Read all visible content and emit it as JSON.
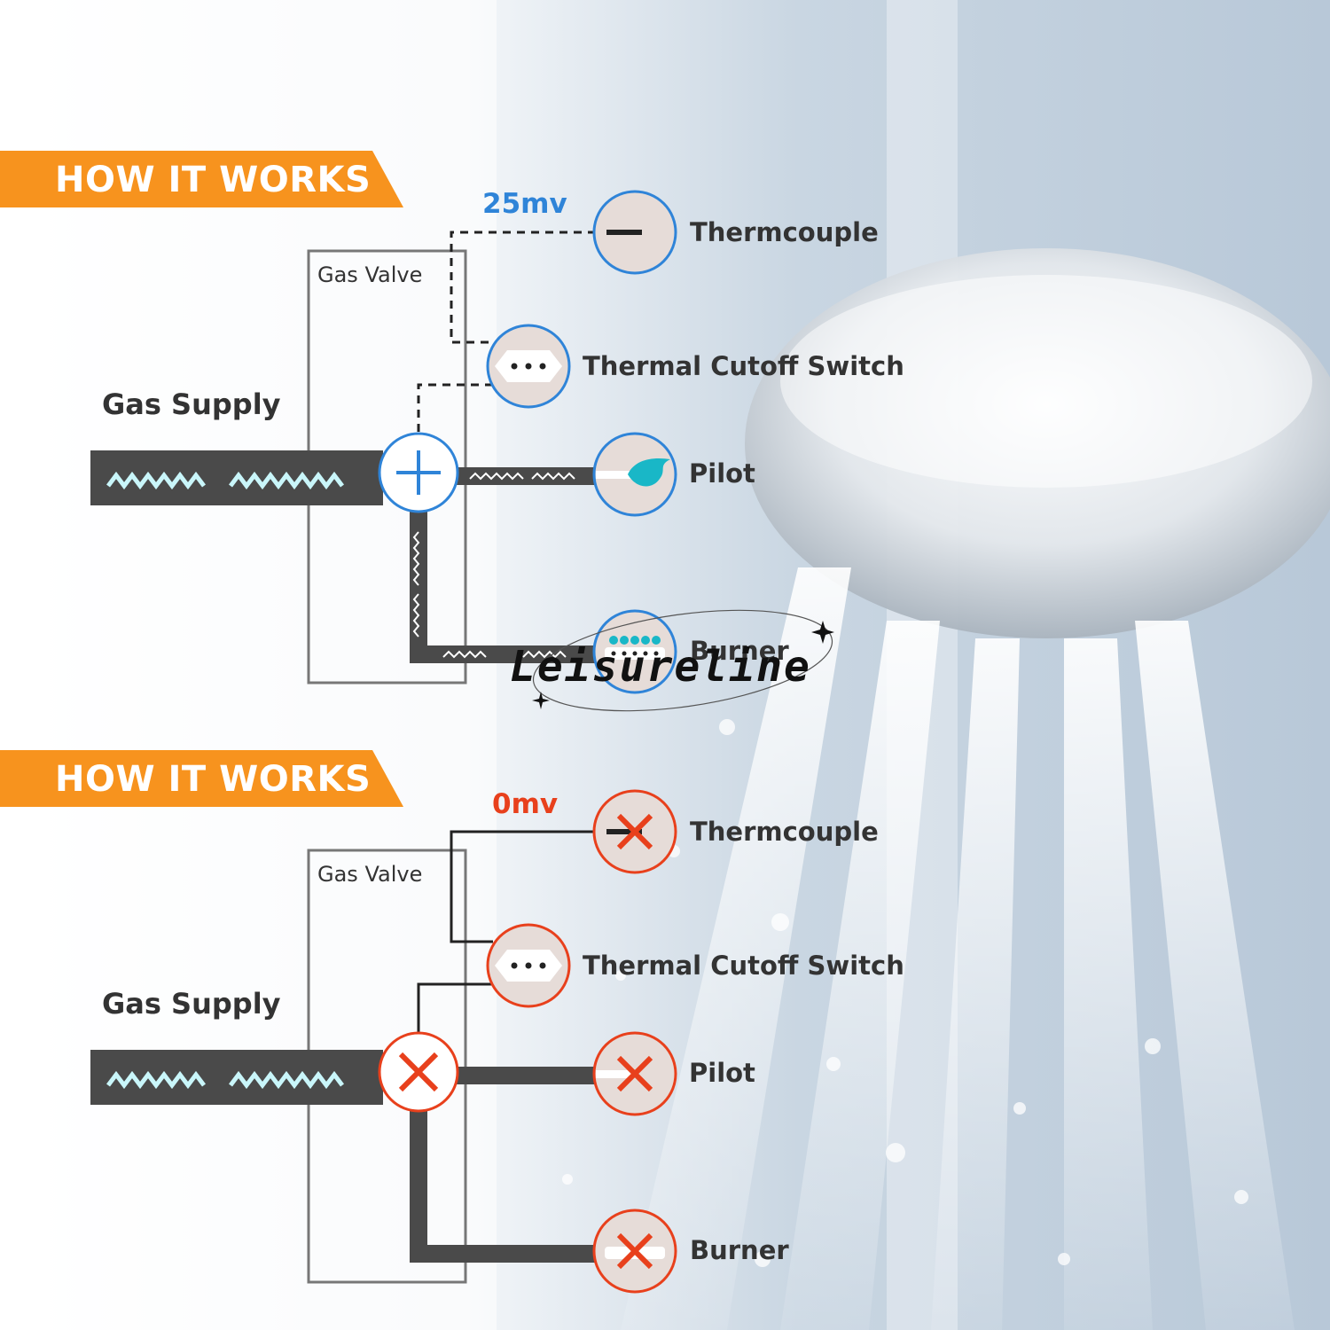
{
  "diagrams": [
    {
      "banner": "HOW IT WORKS",
      "voltage": "25mv",
      "voltage_color": "#2f84d8",
      "gas_supply": "Gas Supply",
      "gas_valve": "Gas Valve",
      "components": {
        "thermocouple": "Thermcouple",
        "cutoff": "Thermal Cutoff Switch",
        "pilot": "Pilot",
        "burner": "Burner"
      },
      "state": "working"
    },
    {
      "banner": "HOW IT WORKS",
      "voltage": "0mv",
      "voltage_color": "#e8401c",
      "gas_supply": "Gas Supply",
      "gas_valve": "Gas Valve",
      "components": {
        "thermocouple": "Thermcouple",
        "cutoff": "Thermal Cutoff Switch",
        "pilot": "Pilot",
        "burner": "Burner"
      },
      "state": "failed"
    }
  ],
  "watermark": "Leisureline",
  "colors": {
    "banner": "#f7931e",
    "blue_ring": "#2f84d8",
    "red_ring": "#e8401c",
    "pipe": "#4a4a4a"
  },
  "icons": [
    "plus-icon",
    "x-icon",
    "flame-icon",
    "dots-icon",
    "burner-icon",
    "probe-icon"
  ]
}
